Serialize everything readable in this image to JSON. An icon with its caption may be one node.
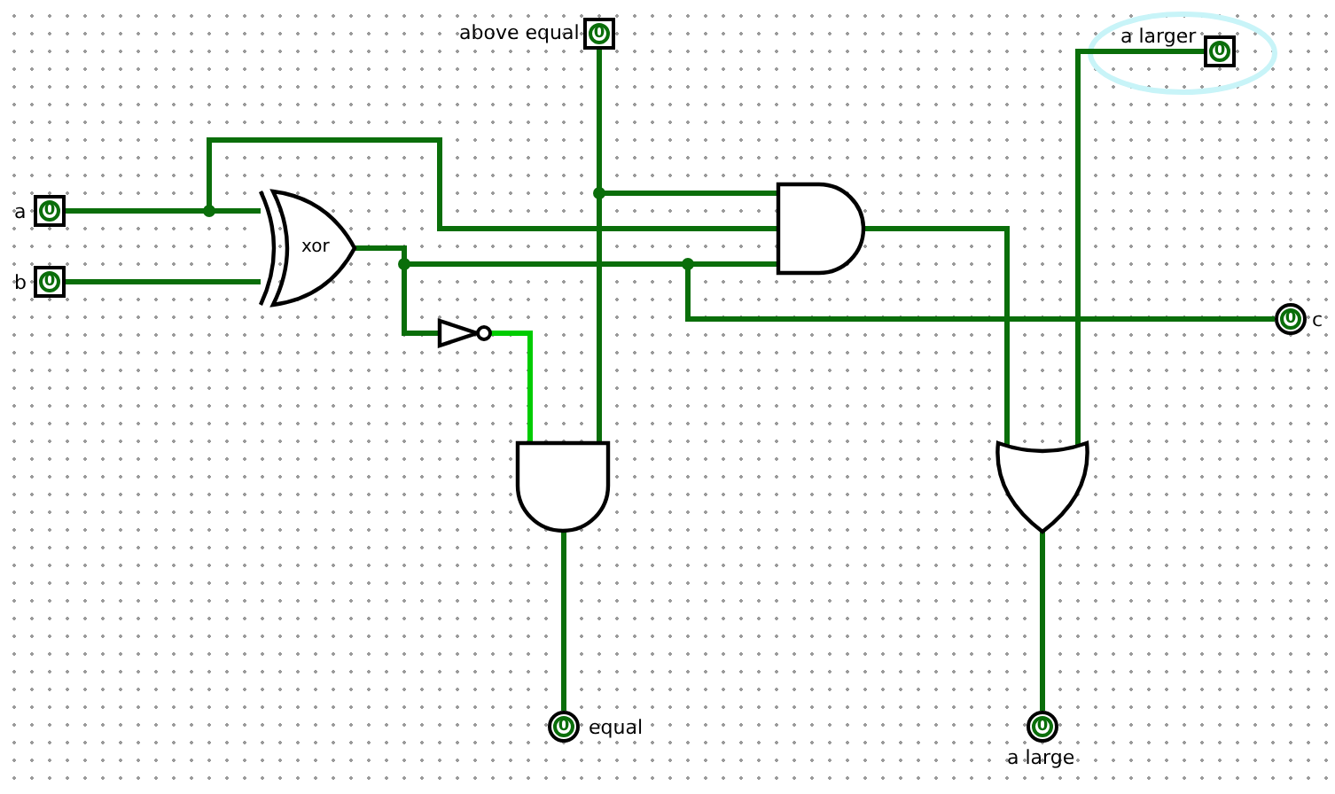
{
  "diagram": {
    "nodes": [
      {
        "text": [
          "0"
        ],
        "beside": [
          "above equal"
        ]
      },
      {
        "text": [
          "0"
        ],
        "beside": [
          "a larger"
        ]
      },
      {
        "text": [
          "0"
        ],
        "beside": [
          "a"
        ]
      },
      {
        "text": [
          "0"
        ],
        "beside": [
          "b"
        ]
      },
      {
        "text": [
          "xor"
        ]
      },
      {
        "text": [],
        "shape": "gate"
      },
      {
        "text": [
          "0"
        ],
        "beside": [
          "c"
        ]
      },
      {
        "text": [],
        "shape": "triangle"
      },
      {
        "text": [],
        "shape": "gate"
      },
      {
        "text": [],
        "shape": "gate"
      },
      {
        "text": [
          "0"
        ],
        "beside": [
          "equal"
        ]
      },
      {
        "text": [
          "0"
        ],
        "beside": [
          "a large"
        ]
      }
    ],
    "edges": [
      {
        "from": 2,
        "to": 4,
        "arrow": "none"
      },
      {
        "from": 2,
        "to": 5,
        "arrow": "none"
      },
      {
        "from": 3,
        "to": 4,
        "arrow": "none"
      },
      {
        "from": 4,
        "to": 5,
        "arrow": "none"
      },
      {
        "from": 4,
        "to": 7,
        "arrow": "none"
      },
      {
        "from": 4,
        "to": 6,
        "arrow": "none"
      },
      {
        "from": 7,
        "to": 8,
        "arrow": "none",
        "color": "#00cc00"
      },
      {
        "from": 0,
        "to": 5,
        "arrow": "none"
      },
      {
        "from": 0,
        "to": 8,
        "arrow": "none"
      },
      {
        "from": 5,
        "to": 9,
        "arrow": "none"
      },
      {
        "from": 1,
        "to": 9,
        "arrow": "none"
      },
      {
        "from": 8,
        "to": 10,
        "arrow": "none"
      },
      {
        "from": 9,
        "to": 11,
        "arrow": "none"
      }
    ]
  }
}
